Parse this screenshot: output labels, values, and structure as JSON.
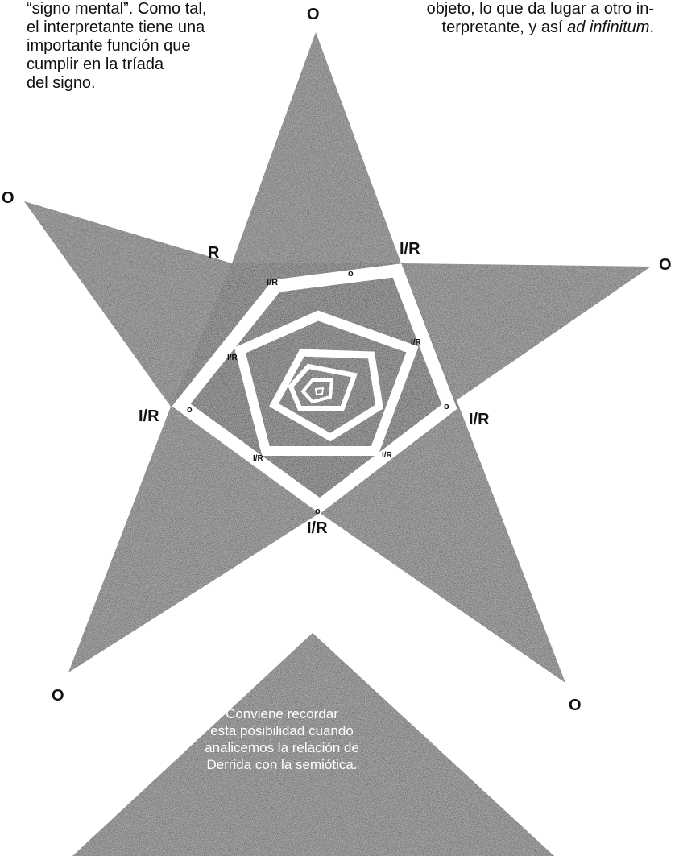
{
  "text": {
    "left_lines": [
      "“signo mental”. Como tal,",
      "el interpretante tiene una",
      "importante función que",
      "cumplir en la tríada",
      "del signo."
    ],
    "right_line1": "objeto, lo que da lugar a otro in-",
    "right_line2_plain": "terpretante, y así ",
    "right_line2_italic": "ad infinitum",
    "right_line2_end": "."
  },
  "labels": {
    "o": "O",
    "r": "R",
    "ir": "I/R",
    "inner_o": "o"
  },
  "caption": [
    "Conviene recordar",
    "esta posibilidad cuando",
    "analicemos la relación de",
    "Derrida con la semiótica."
  ],
  "colors": {
    "shade": "#4a4a4a",
    "dark": "#1a1a1a",
    "background": "#ffffff"
  }
}
